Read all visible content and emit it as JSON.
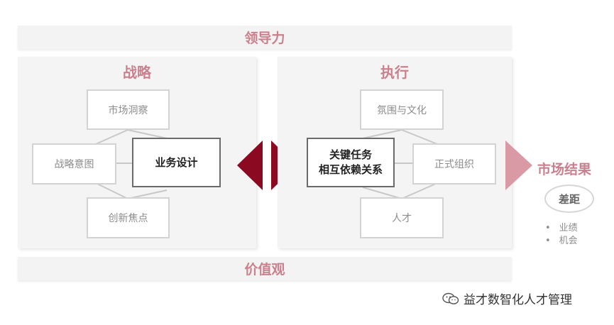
{
  "top_band": {
    "label": "领导力"
  },
  "bottom_band": {
    "label": "价值观"
  },
  "strategy": {
    "title": "战略",
    "boxes": {
      "top": "市场洞察",
      "left": "战略意图",
      "center": "业务设计",
      "bottom": "创新焦点"
    }
  },
  "execution": {
    "title": "执行",
    "boxes": {
      "top": "氛围与文化",
      "center_line1": "关键任务",
      "center_line2": "相互依赖关系",
      "right": "正式组织",
      "bottom": "人才"
    }
  },
  "result": {
    "label": "市场结果",
    "gap_label": "差距",
    "bullets": [
      "业绩",
      "机会"
    ]
  },
  "watermark": {
    "text": "益才数智化人才管理",
    "icon": "wechat-icon"
  },
  "colors": {
    "accent_text": "#c9818e",
    "dark_arrow": "#8b0a22",
    "result_arrow": "#d99aa5"
  }
}
